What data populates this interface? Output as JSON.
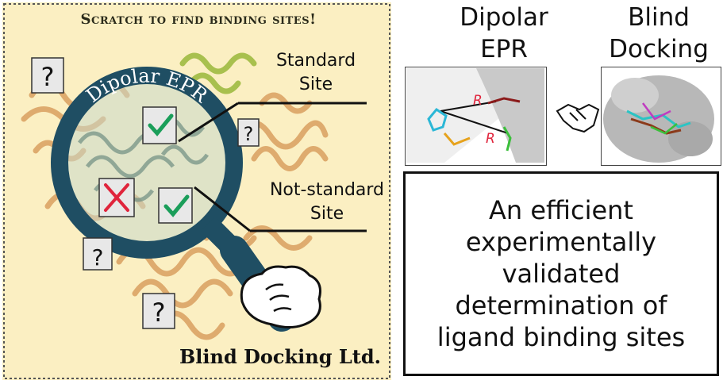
{
  "ticket": {
    "title": "Scratch to find binding sites!",
    "lens_label": "Dipolar EPR",
    "brand": "Blind Docking Ltd.",
    "unknown_mark": "?",
    "standard_site_label": "Standard\nSite",
    "not_standard_site_label": "Not-standard\nSite"
  },
  "epr_panel": {
    "header": "Dipolar\nEPR",
    "distance_label": "R"
  },
  "docking_panel": {
    "header": "Blind\nDocking"
  },
  "summary": {
    "text": "An efficient\nexperimentally\nvalidated\ndetermination of\nligand binding sites"
  },
  "colors": {
    "ticket_bg": "#fbefc2",
    "lens_ring": "#1f4e63",
    "check": "#1a9e5a",
    "cross": "#e0243c",
    "protein": "#d9a060",
    "label_red": "#e0243c"
  },
  "icons": [
    "question-mark-tile",
    "check-icon",
    "cross-icon",
    "magnifier-icon",
    "gloved-hand-icon",
    "handshake-icon"
  ]
}
